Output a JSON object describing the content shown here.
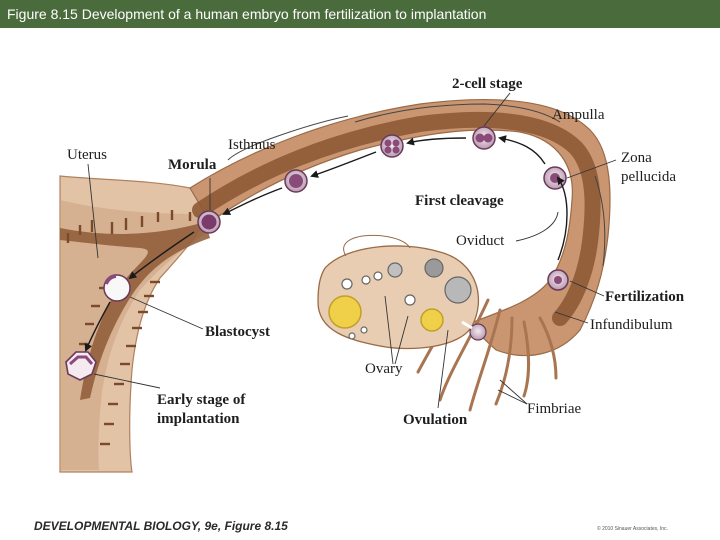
{
  "header": {
    "title": "Figure 8.15 Development of a human embryo from fertilization to implantation"
  },
  "labels": {
    "two_cell_stage": "2-cell stage",
    "ampulla": "Ampulla",
    "uterus": "Uterus",
    "isthmus": "Isthmus",
    "morula": "Morula",
    "zona_line1": "Zona",
    "zona_line2": "pellucida",
    "first_cleavage": "First cleavage",
    "oviduct": "Oviduct",
    "fertilization": "Fertilization",
    "infundibulum": "Infundibulum",
    "blastocyst": "Blastocyst",
    "ovary": "Ovary",
    "early_line1": "Early stage of",
    "early_line2": "implantation",
    "fimbriae": "Fimbriae",
    "ovulation": "Ovulation"
  },
  "footer": {
    "source": "DEVELOPMENTAL BIOLOGY, 9e, Figure 8.15",
    "copyright": "© 2010 Sinauer Associates, Inc."
  },
  "colors": {
    "header_bg": "#4a6b3c",
    "tissue_light": "#e3c3a6",
    "tissue_mid": "#c99671",
    "tube_dark": "#8e5a36",
    "cell_purple": "#8a4b7a"
  }
}
